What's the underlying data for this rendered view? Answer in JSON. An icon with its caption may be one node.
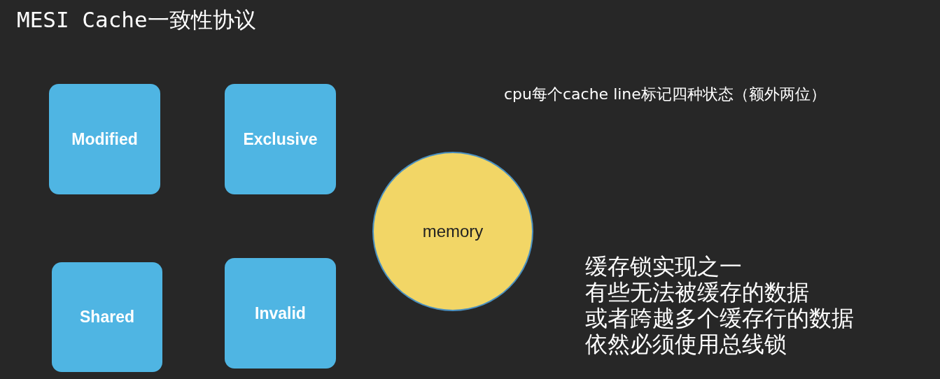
{
  "diagram": {
    "title": "MESI Cache一致性协议",
    "nodes": [
      {
        "text": [
          "Modified"
        ]
      },
      {
        "text": [
          "Exclusive"
        ]
      },
      {
        "text": [
          "Shared"
        ]
      },
      {
        "text": [
          "Invalid"
        ]
      },
      {
        "text": [
          "memory"
        ]
      }
    ],
    "edges": [],
    "labels": [
      "cpu每个cache line标记四种状态（额外两位）",
      "缓存锁实现之一",
      "有些无法被缓存的数据",
      "或者跨越多个缓存行的数据",
      "依然必须使用总线锁"
    ]
  }
}
